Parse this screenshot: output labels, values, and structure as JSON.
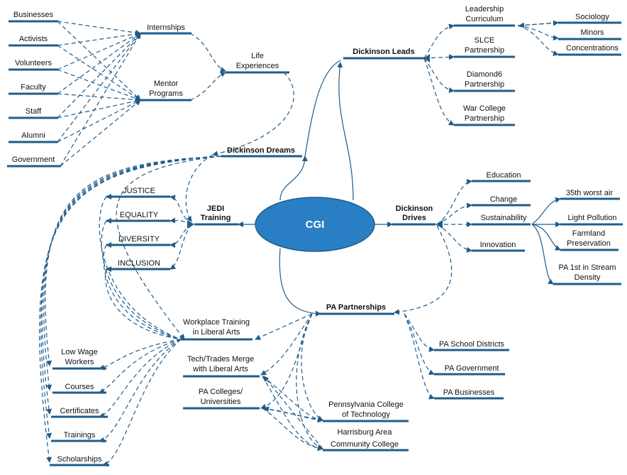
{
  "center": "CGI",
  "colors": {
    "accent": "#1F5C8B",
    "center_fill": "#2A7FC4"
  },
  "nodes": {
    "businesses": "Businesses",
    "activists": "Activists",
    "volunteers": "Volunteers",
    "faculty": "Faculty",
    "staff": "Staff",
    "alumni": "Alumni",
    "government": "Government",
    "internships": "Internships",
    "mentor_1": "Mentor",
    "mentor_2": "Programs",
    "life_1": "Life",
    "life_2": "Experiences",
    "dickinson_dreams": "Dickinson Dreams",
    "dickinson_leads": "Dickinson Leads",
    "leadership_1": "Leadership",
    "leadership_2": "Curriculum",
    "slce_1": "SLCE",
    "slce_2": "Partnership",
    "diamond_1": "Diamond6",
    "diamond_2": "Partnership",
    "war_1": "War College",
    "war_2": "Partnership",
    "sociology": "Sociology",
    "minors": "Minors",
    "concentrations": "Concentrations",
    "drives_1": "Dickinson",
    "drives_2": "Drives",
    "education": "Education",
    "change": "Change",
    "sustainability": "Sustainability",
    "innovation": "Innovation",
    "worst_air": "35th worst air",
    "light_pollution": "Light Pollution",
    "farmland_1": "Farmland",
    "farmland_2": "Preservation",
    "stream_1": "PA 1st in Stream",
    "stream_2": "Density",
    "jedi_1": "JEDI",
    "jedi_2": "Training",
    "justice": "JUSTICE",
    "equality": "EQUALITY",
    "diversity": "DIVERSITY",
    "inclusion": "INCLUSION",
    "pa_partnerships": "PA Partnerships",
    "pa_school": "PA School Districts",
    "pa_gov": "PA Government",
    "pa_biz": "PA Businesses",
    "workplace_1": "Workplace Training",
    "workplace_2": "in Liberal Arts",
    "tech_1": "Tech/Trades Merge",
    "tech_2": "with Liberal Arts",
    "colleges_1": "PA Colleges/",
    "colleges_2": "Universities",
    "penn_1": "Pennsylvania College",
    "penn_2": "of Technology",
    "harris_1": "Harrisburg Area",
    "harris_2": "Community College",
    "low_wage_1": "Low Wage",
    "low_wage_2": "Workers",
    "courses": "Courses",
    "certificates": "Certificates",
    "trainings": "Trainings",
    "scholarships": "Scholarships"
  }
}
